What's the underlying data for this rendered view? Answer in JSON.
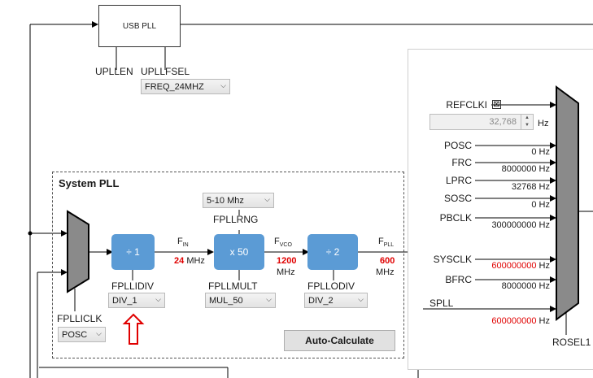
{
  "usb_pll": {
    "title": "USB PLL",
    "upllen_label": "UPLLEN",
    "upllfsel_label": "UPLLFSEL",
    "upllfsel_value": "FREQ_24MHZ"
  },
  "system_pll": {
    "title": "System PLL",
    "fpllrng_value": "5-10 Mhz",
    "fpllrng_label": "FPLLRNG",
    "fpllidiv_box": "÷ 1",
    "fpllidiv_label": "FPLLIDIV",
    "fpllidiv_value": "DIV_1",
    "fpllmult_box": "x 50",
    "fpllmult_label": "FPLLMULT",
    "fpllmult_value": "MUL_50",
    "fpllodiv_box": "÷ 2",
    "fpllodiv_label": "FPLLODIV",
    "fpllodiv_value": "DIV_2",
    "fpllicl_label": "FPLLICLK",
    "fpllicl_value": "POSC",
    "fin_letter": "F",
    "fin_sub": "IN",
    "fin_value": "24",
    "fin_unit": "MHz",
    "fvco_letter": "F",
    "fvco_sub": "VCO",
    "fvco_value": "1200",
    "fvco_unit": "MHz",
    "fpll_letter": "F",
    "fpll_sub": "PLL",
    "fpll_value": "600",
    "fpll_unit": "MHz",
    "auto_calculate": "Auto-Calculate"
  },
  "refclk": {
    "refclki_label": "REFCLKI",
    "refclki_checkbox": "⊠",
    "refclki_value": "32,768",
    "refclki_unit": "Hz",
    "rows": [
      {
        "label": "POSC",
        "value": "0 Hz"
      },
      {
        "label": "FRC",
        "value": "8000000 Hz"
      },
      {
        "label": "LPRC",
        "value": "32768 Hz"
      },
      {
        "label": "SOSC",
        "value": "0 Hz"
      },
      {
        "label": "PBCLK",
        "value": "300000000 Hz"
      }
    ],
    "sysclk_label": "SYSCLK",
    "sysclk_value": "600000000",
    "sysclk_unit": "Hz",
    "bfrc_label": "BFRC",
    "bfrc_value": "8000000 Hz",
    "spll_label": "SPLL",
    "spll_value": "600000000",
    "spll_unit": "Hz",
    "mux_label": "ROSEL1"
  },
  "colors": {
    "block_blue": "#5b9bd5",
    "mux_gray": "#8a8a8a",
    "highlight_red": "#e00000"
  }
}
